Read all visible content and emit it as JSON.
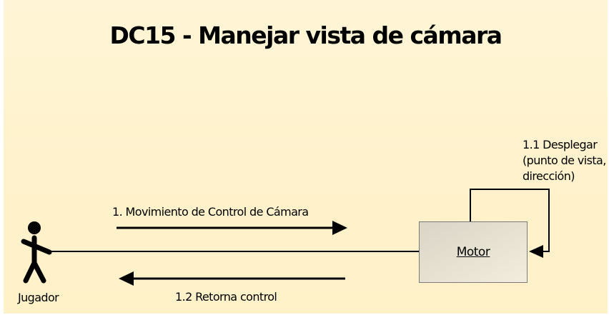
{
  "title": "DC15 - Manejar vista de cámara",
  "actor": {
    "name": "Jugador"
  },
  "object": {
    "name": "Motor"
  },
  "messages": {
    "m1": "1. Movimiento de Control de Cámara",
    "m1_1_lines": [
      "1.1 Desplegar",
      "(punto de vista,",
      "dirección)"
    ],
    "m1_2": "1.2 Retorna control"
  },
  "colors": {
    "background": "#fff2cc",
    "box_fill": "#e8e2d2",
    "line": "#000000"
  }
}
